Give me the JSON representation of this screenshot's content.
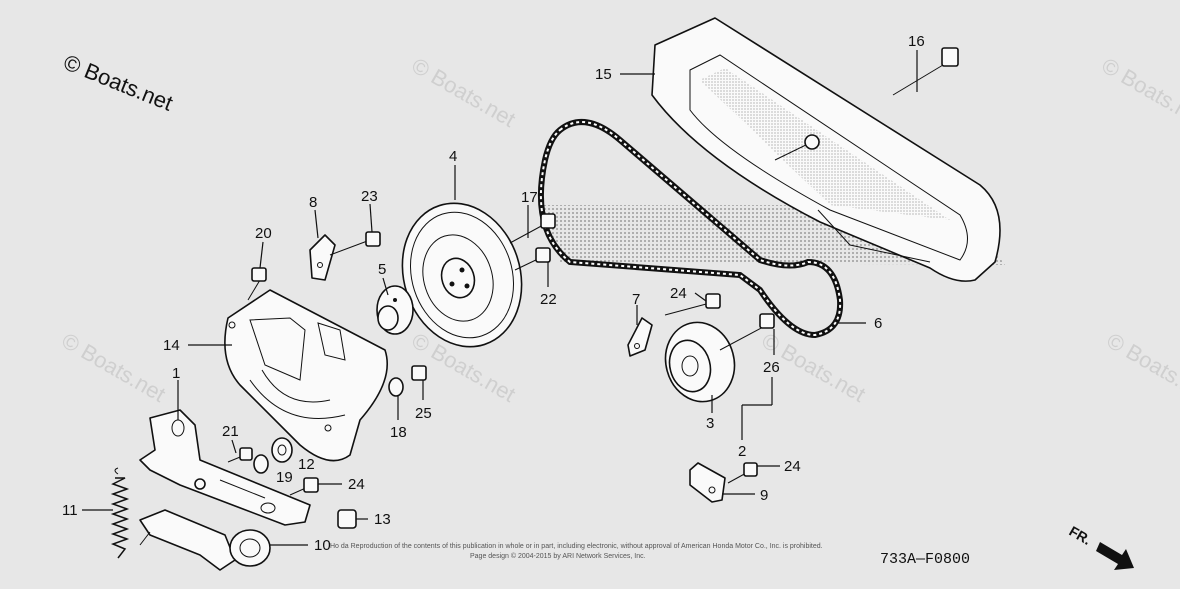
{
  "copyright": "© Boats.net",
  "watermark": "© Boats.net",
  "fine_print_1": "Ho  da  Reproduction of the contents of this publication in whole or in part, including electronic, without approval of American Honda Motor Co., Inc. is prohibited.",
  "fine_print_2": "Page design © 2004-2015 by ARI Network Services, Inc.",
  "diagram_code": "733A—F0800",
  "direction_label": "FR.",
  "callouts": {
    "c1": "1",
    "c2": "2",
    "c3": "3",
    "c4": "4",
    "c5": "5",
    "c6": "6",
    "c7": "7",
    "c8": "8",
    "c9": "9",
    "c10": "10",
    "c11": "11",
    "c12": "12",
    "c13": "13",
    "c14": "14",
    "c15": "15",
    "c16": "16",
    "c17": "17",
    "c18": "18",
    "c19": "19",
    "c20": "20",
    "c21": "21",
    "c22": "22",
    "c23": "23",
    "c24a": "24",
    "c24b": "24",
    "c24c": "24",
    "c25": "25",
    "c26": "26"
  }
}
